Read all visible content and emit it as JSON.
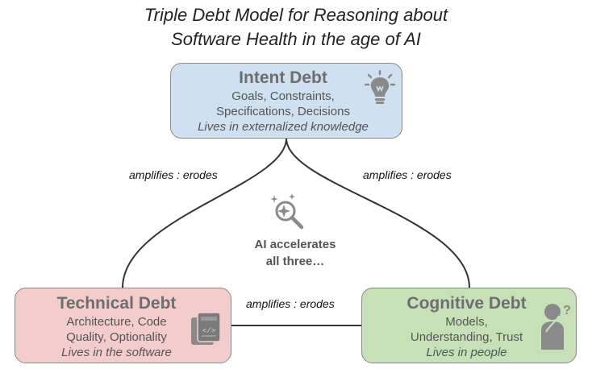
{
  "title": {
    "line1": "Triple Debt Model for Reasoning about",
    "line2": "Software Health in the age of AI"
  },
  "intent": {
    "heading": "Intent Debt",
    "line1": "Goals, Constraints,",
    "line2": "Specifications, Decisions",
    "note": "Lives in externalized knowledge",
    "fill": "#cfe0f0",
    "icon": "lightbulb-icon"
  },
  "technical": {
    "heading": "Technical Debt",
    "line1": "Architecture, Code",
    "line2": "Quality, Optionality",
    "note": "Lives in the software",
    "fill": "#f3cccc",
    "icon": "code-document-icon"
  },
  "cognitive": {
    "heading": "Cognitive Debt",
    "line1": "Models,",
    "line2": "Understanding, Trust",
    "note": "Lives in people",
    "fill": "#c6e1b8",
    "icon": "confused-person-icon"
  },
  "edges": {
    "left": "amplifies : erodes",
    "right": "amplifies : erodes",
    "bottom": "amplifies : erodes"
  },
  "center": {
    "line1": "AI accelerates",
    "line2": "all three…",
    "icon": "sparkle-magnifier-icon"
  }
}
